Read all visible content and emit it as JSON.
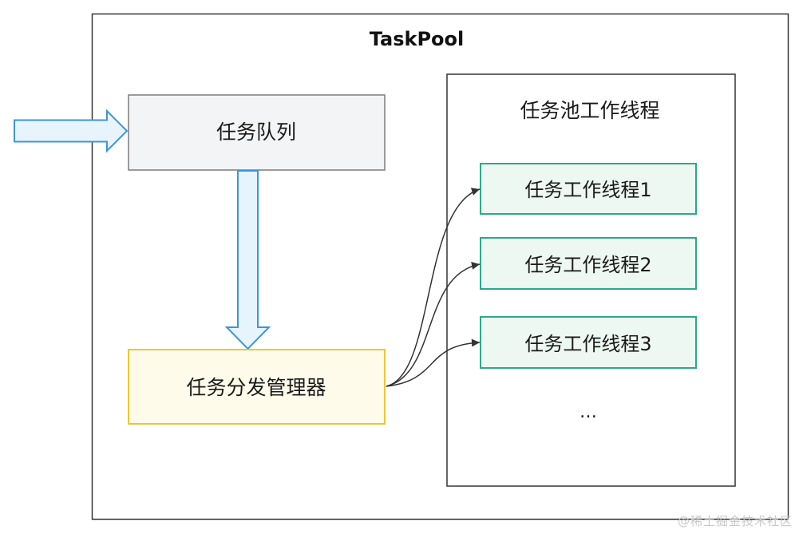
{
  "title": "TaskPool",
  "task_queue": {
    "label": "任务队列"
  },
  "dispatcher": {
    "label": "任务分发管理器"
  },
  "worker_pool": {
    "label": "任务池工作线程",
    "workers": [
      "任务工作线程1",
      "任务工作线程2",
      "任务工作线程3"
    ],
    "ellipsis": "…"
  },
  "colors": {
    "queue_fill": "#f3f4f5",
    "queue_stroke": "#7c7c7c",
    "dispatcher_fill": "#fffbea",
    "dispatcher_stroke": "#ecc72d",
    "worker_fill": "#eef8f2",
    "worker_stroke": "#2aa987",
    "arrow_fill": "#e8f4fc",
    "arrow_stroke": "#3e95d8"
  },
  "watermark": "@稀土掘金技术社区"
}
